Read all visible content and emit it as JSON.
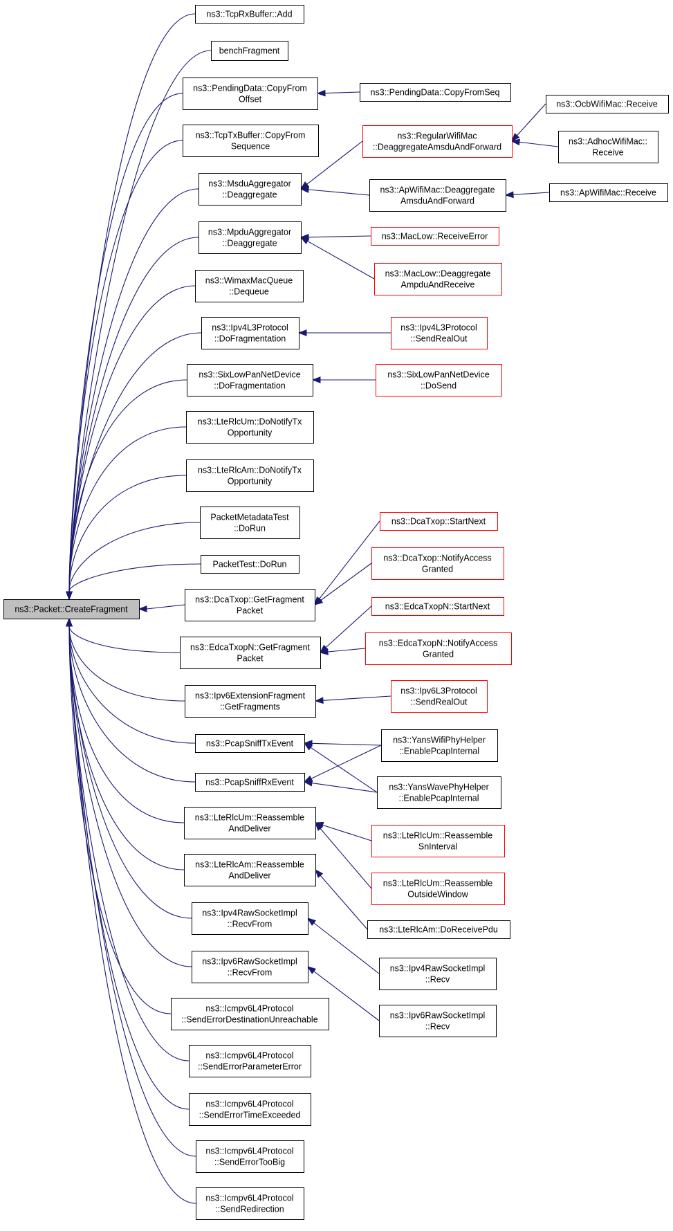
{
  "graph": {
    "colors": {
      "edge": "#191970",
      "node_border": "#000000",
      "truncated_border": "#ff0000",
      "focus_fill": "#bfbfbf"
    },
    "nodes": [
      {
        "id": "root",
        "lines": [
          "ns3::Packet::CreateFragment"
        ],
        "style": "focus"
      },
      {
        "id": "tcprxbuffer_add",
        "lines": [
          "ns3::TcpRxBuffer::Add"
        ],
        "style": "normal"
      },
      {
        "id": "benchfragment",
        "lines": [
          "benchFragment"
        ],
        "style": "normal"
      },
      {
        "id": "pendingdata_copyfromoffset",
        "lines": [
          "ns3::PendingData::CopyFrom",
          "Offset"
        ],
        "style": "normal"
      },
      {
        "id": "tcptxbuffer_copyfromsequence",
        "lines": [
          "ns3::TcpTxBuffer::CopyFrom",
          "Sequence"
        ],
        "style": "normal"
      },
      {
        "id": "msduaggregator_deaggregate",
        "lines": [
          "ns3::MsduAggregator",
          "::Deaggregate"
        ],
        "style": "normal"
      },
      {
        "id": "mpduaggregator_deaggregate",
        "lines": [
          "ns3::MpduAggregator",
          "::Deaggregate"
        ],
        "style": "normal"
      },
      {
        "id": "wimaxmacqueue_dequeue",
        "lines": [
          "ns3::WimaxMacQueue",
          "::Dequeue"
        ],
        "style": "normal"
      },
      {
        "id": "ipv4l3protocol_dofragmentation",
        "lines": [
          "ns3::Ipv4L3Protocol",
          "::DoFragmentation"
        ],
        "style": "normal"
      },
      {
        "id": "sixlowpannetdevice_dofragmentation",
        "lines": [
          "ns3::SixLowPanNetDevice",
          "::DoFragmentation"
        ],
        "style": "normal"
      },
      {
        "id": "lterlcum_donotifytxopportunity",
        "lines": [
          "ns3::LteRlcUm::DoNotifyTx",
          "Opportunity"
        ],
        "style": "normal"
      },
      {
        "id": "lterlcam_donotifytxopportunity",
        "lines": [
          "ns3::LteRlcAm::DoNotifyTx",
          "Opportunity"
        ],
        "style": "normal"
      },
      {
        "id": "packetmetadatatest_dorun",
        "lines": [
          "PacketMetadataTest",
          "::DoRun"
        ],
        "style": "normal"
      },
      {
        "id": "packettest_dorun",
        "lines": [
          "PacketTest::DoRun"
        ],
        "style": "normal"
      },
      {
        "id": "dcatxop_getfragmentpacket",
        "lines": [
          "ns3::DcaTxop::GetFragment",
          "Packet"
        ],
        "style": "normal"
      },
      {
        "id": "edcatxopn_getfragmentpacket",
        "lines": [
          "ns3::EdcaTxopN::GetFragment",
          "Packet"
        ],
        "style": "normal"
      },
      {
        "id": "ipv6extensionfragment_getfragments",
        "lines": [
          "ns3::Ipv6ExtensionFragment",
          "::GetFragments"
        ],
        "style": "normal"
      },
      {
        "id": "pcapsnifftxevent",
        "lines": [
          "ns3::PcapSniffTxEvent"
        ],
        "style": "normal"
      },
      {
        "id": "pcapsniffrxevent",
        "lines": [
          "ns3::PcapSniffRxEvent"
        ],
        "style": "normal"
      },
      {
        "id": "lterlcum_reassembleanddeliver",
        "lines": [
          "ns3::LteRlcUm::Reassemble",
          "AndDeliver"
        ],
        "style": "normal"
      },
      {
        "id": "lterlcam_reassembleanddeliver",
        "lines": [
          "ns3::LteRlcAm::Reassemble",
          "AndDeliver"
        ],
        "style": "normal"
      },
      {
        "id": "ipv4rawsocketimpl_recvfrom",
        "lines": [
          "ns3::Ipv4RawSocketImpl",
          "::RecvFrom"
        ],
        "style": "normal"
      },
      {
        "id": "ipv6rawsocketimpl_recvfrom",
        "lines": [
          "ns3::Ipv6RawSocketImpl",
          "::RecvFrom"
        ],
        "style": "normal"
      },
      {
        "id": "icmpv6l4protocol_senderrordestinationunreachable",
        "lines": [
          "ns3::Icmpv6L4Protocol",
          "::SendErrorDestinationUnreachable"
        ],
        "style": "normal"
      },
      {
        "id": "icmpv6l4protocol_senderrorparametererror",
        "lines": [
          "ns3::Icmpv6L4Protocol",
          "::SendErrorParameterError"
        ],
        "style": "normal"
      },
      {
        "id": "icmpv6l4protocol_senderrortimeexceeded",
        "lines": [
          "ns3::Icmpv6L4Protocol",
          "::SendErrorTimeExceeded"
        ],
        "style": "normal"
      },
      {
        "id": "icmpv6l4protocol_senderrortoobig",
        "lines": [
          "ns3::Icmpv6L4Protocol",
          "::SendErrorTooBig"
        ],
        "style": "normal"
      },
      {
        "id": "icmpv6l4protocol_sendredirection",
        "lines": [
          "ns3::Icmpv6L4Protocol",
          "::SendRedirection"
        ],
        "style": "normal"
      },
      {
        "id": "pendingdata_copyfromseq",
        "lines": [
          "ns3::PendingData::CopyFromSeq"
        ],
        "style": "normal"
      },
      {
        "id": "regularwifimac_deaggregateamsduandforward",
        "lines": [
          "ns3::RegularWifiMac",
          "::DeaggregateAmsduAndForward"
        ],
        "style": "truncated"
      },
      {
        "id": "apwifimac_deaggregateamsduandforward",
        "lines": [
          "ns3::ApWifiMac::Deaggregate",
          "AmsduAndForward"
        ],
        "style": "normal"
      },
      {
        "id": "maclow_receiveerror",
        "lines": [
          "ns3::MacLow::ReceiveError"
        ],
        "style": "truncated"
      },
      {
        "id": "maclow_deaggregateampduandreceive",
        "lines": [
          "ns3::MacLow::Deaggregate",
          "AmpduAndReceive"
        ],
        "style": "truncated"
      },
      {
        "id": "ipv4l3protocol_sendrealout",
        "lines": [
          "ns3::Ipv4L3Protocol",
          "::SendRealOut"
        ],
        "style": "truncated"
      },
      {
        "id": "sixlowpannetdevice_dosend",
        "lines": [
          "ns3::SixLowPanNetDevice",
          "::DoSend"
        ],
        "style": "truncated"
      },
      {
        "id": "dcatxop_startnext",
        "lines": [
          "ns3::DcaTxop::StartNext"
        ],
        "style": "truncated"
      },
      {
        "id": "dcatxop_notifyaccessgranted",
        "lines": [
          "ns3::DcaTxop::NotifyAccess",
          "Granted"
        ],
        "style": "truncated"
      },
      {
        "id": "edcatxopn_startnext",
        "lines": [
          "ns3::EdcaTxopN::StartNext"
        ],
        "style": "truncated"
      },
      {
        "id": "edcatxopn_notifyaccessgranted",
        "lines": [
          "ns3::EdcaTxopN::NotifyAccess",
          "Granted"
        ],
        "style": "truncated"
      },
      {
        "id": "ipv6l3protocol_sendrealout",
        "lines": [
          "ns3::Ipv6L3Protocol",
          "::SendRealOut"
        ],
        "style": "truncated"
      },
      {
        "id": "yanswifiphyhelper_enablepcapinternal",
        "lines": [
          "ns3::YansWifiPhyHelper",
          "::EnablePcapInternal"
        ],
        "style": "normal"
      },
      {
        "id": "yanswavephyhelper_enablepcapinternal",
        "lines": [
          "ns3::YansWavePhyHelper",
          "::EnablePcapInternal"
        ],
        "style": "normal"
      },
      {
        "id": "lterlcum_reassemblesninterval",
        "lines": [
          "ns3::LteRlcUm::Reassemble",
          "SnInterval"
        ],
        "style": "truncated"
      },
      {
        "id": "lterlcum_reassembleoutsidewindow",
        "lines": [
          "ns3::LteRlcUm::Reassemble",
          "OutsideWindow"
        ],
        "style": "truncated"
      },
      {
        "id": "lterlcam_doreceivepdu",
        "lines": [
          "ns3::LteRlcAm::DoReceivePdu"
        ],
        "style": "normal"
      },
      {
        "id": "ipv4rawsocketimpl_recv",
        "lines": [
          "ns3::Ipv4RawSocketImpl",
          "::Recv"
        ],
        "style": "normal"
      },
      {
        "id": "ipv6rawsocketimpl_recv",
        "lines": [
          "ns3::Ipv6RawSocketImpl",
          "::Recv"
        ],
        "style": "normal"
      },
      {
        "id": "ocbwifimac_receive",
        "lines": [
          "ns3::OcbWifiMac::Receive"
        ],
        "style": "normal"
      },
      {
        "id": "adhocwifimac_receive",
        "lines": [
          "ns3::AdhocWifiMac::",
          "Receive"
        ],
        "style": "normal"
      },
      {
        "id": "apwifimac_receive",
        "lines": [
          "ns3::ApWifiMac::Receive"
        ],
        "style": "normal"
      }
    ],
    "edges": [
      {
        "from": "tcprxbuffer_add",
        "to": "root"
      },
      {
        "from": "benchfragment",
        "to": "root"
      },
      {
        "from": "pendingdata_copyfromoffset",
        "to": "root"
      },
      {
        "from": "tcptxbuffer_copyfromsequence",
        "to": "root"
      },
      {
        "from": "msduaggregator_deaggregate",
        "to": "root"
      },
      {
        "from": "mpduaggregator_deaggregate",
        "to": "root"
      },
      {
        "from": "wimaxmacqueue_dequeue",
        "to": "root"
      },
      {
        "from": "ipv4l3protocol_dofragmentation",
        "to": "root"
      },
      {
        "from": "sixlowpannetdevice_dofragmentation",
        "to": "root"
      },
      {
        "from": "lterlcum_donotifytxopportunity",
        "to": "root"
      },
      {
        "from": "lterlcam_donotifytxopportunity",
        "to": "root"
      },
      {
        "from": "packetmetadatatest_dorun",
        "to": "root"
      },
      {
        "from": "packettest_dorun",
        "to": "root"
      },
      {
        "from": "dcatxop_getfragmentpacket",
        "to": "root"
      },
      {
        "from": "edcatxopn_getfragmentpacket",
        "to": "root"
      },
      {
        "from": "ipv6extensionfragment_getfragments",
        "to": "root"
      },
      {
        "from": "pcapsnifftxevent",
        "to": "root"
      },
      {
        "from": "pcapsniffrxevent",
        "to": "root"
      },
      {
        "from": "lterlcum_reassembleanddeliver",
        "to": "root"
      },
      {
        "from": "lterlcam_reassembleanddeliver",
        "to": "root"
      },
      {
        "from": "ipv4rawsocketimpl_recvfrom",
        "to": "root"
      },
      {
        "from": "ipv6rawsocketimpl_recvfrom",
        "to": "root"
      },
      {
        "from": "icmpv6l4protocol_senderrordestinationunreachable",
        "to": "root"
      },
      {
        "from": "icmpv6l4protocol_senderrorparametererror",
        "to": "root"
      },
      {
        "from": "icmpv6l4protocol_senderrortimeexceeded",
        "to": "root"
      },
      {
        "from": "icmpv6l4protocol_senderrortoobig",
        "to": "root"
      },
      {
        "from": "icmpv6l4protocol_sendredirection",
        "to": "root"
      },
      {
        "from": "pendingdata_copyfromseq",
        "to": "pendingdata_copyfromoffset"
      },
      {
        "from": "regularwifimac_deaggregateamsduandforward",
        "to": "msduaggregator_deaggregate"
      },
      {
        "from": "apwifimac_deaggregateamsduandforward",
        "to": "msduaggregator_deaggregate"
      },
      {
        "from": "maclow_receiveerror",
        "to": "mpduaggregator_deaggregate"
      },
      {
        "from": "maclow_deaggregateampduandreceive",
        "to": "mpduaggregator_deaggregate"
      },
      {
        "from": "ipv4l3protocol_sendrealout",
        "to": "ipv4l3protocol_dofragmentation"
      },
      {
        "from": "sixlowpannetdevice_dosend",
        "to": "sixlowpannetdevice_dofragmentation"
      },
      {
        "from": "dcatxop_startnext",
        "to": "dcatxop_getfragmentpacket"
      },
      {
        "from": "dcatxop_notifyaccessgranted",
        "to": "dcatxop_getfragmentpacket"
      },
      {
        "from": "edcatxopn_startnext",
        "to": "edcatxopn_getfragmentpacket"
      },
      {
        "from": "edcatxopn_notifyaccessgranted",
        "to": "edcatxopn_getfragmentpacket"
      },
      {
        "from": "ipv6l3protocol_sendrealout",
        "to": "ipv6extensionfragment_getfragments"
      },
      {
        "from": "yanswifiphyhelper_enablepcapinternal",
        "to": "pcapsnifftxevent"
      },
      {
        "from": "yanswavephyhelper_enablepcapinternal",
        "to": "pcapsnifftxevent"
      },
      {
        "from": "yanswifiphyhelper_enablepcapinternal",
        "to": "pcapsniffrxevent"
      },
      {
        "from": "yanswavephyhelper_enablepcapinternal",
        "to": "pcapsniffrxevent"
      },
      {
        "from": "lterlcum_reassemblesninterval",
        "to": "lterlcum_reassembleanddeliver"
      },
      {
        "from": "lterlcum_reassembleoutsidewindow",
        "to": "lterlcum_reassembleanddeliver"
      },
      {
        "from": "lterlcam_doreceivepdu",
        "to": "lterlcam_reassembleanddeliver"
      },
      {
        "from": "ipv4rawsocketimpl_recv",
        "to": "ipv4rawsocketimpl_recvfrom"
      },
      {
        "from": "ipv6rawsocketimpl_recv",
        "to": "ipv6rawsocketimpl_recvfrom"
      },
      {
        "from": "ocbwifimac_receive",
        "to": "regularwifimac_deaggregateamsduandforward"
      },
      {
        "from": "adhocwifimac_receive",
        "to": "regularwifimac_deaggregateamsduandforward"
      },
      {
        "from": "apwifimac_receive",
        "to": "apwifimac_deaggregateamsduandforward"
      }
    ]
  }
}
